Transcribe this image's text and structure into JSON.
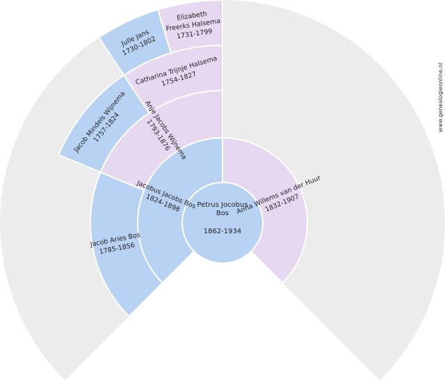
{
  "colors": {
    "male": "#b7d2f2",
    "female": "#e6d8f1",
    "empty": "#ececec",
    "text": "#222222",
    "watermark": "#333333",
    "stroke": "#ffffff"
  },
  "watermark": "www.genealogieonline.nl",
  "people": [
    {
      "id": "root",
      "gen": 0,
      "slot": 0,
      "sex": "male",
      "lines": [
        "Petrus Jocobus",
        "Bos",
        "1862-1934"
      ]
    },
    {
      "id": "father",
      "gen": 1,
      "slot": 0,
      "sex": "male",
      "lines": [
        "Jacobus Jacobs Bos",
        "1824-1898"
      ]
    },
    {
      "id": "mother",
      "gen": 1,
      "slot": 1,
      "sex": "female",
      "lines": [
        "Anna Willems van der Huur",
        "1832-1907"
      ]
    },
    {
      "id": "ff",
      "gen": 2,
      "slot": 0,
      "sex": "male",
      "lines": [
        "Jacob Aries Bos",
        "1785-1856"
      ]
    },
    {
      "id": "fm",
      "gen": 2,
      "slot": 1,
      "sex": "female",
      "lines": [
        "Anje Jacobs Wijnema",
        "1793-1876"
      ]
    },
    {
      "id": "fmf",
      "gen": 3,
      "slot": 2,
      "sex": "male",
      "lines": [
        "Jacob Mindels Wijnema",
        "1757-1824"
      ]
    },
    {
      "id": "fmm",
      "gen": 3,
      "slot": 3,
      "sex": "female",
      "lines": [
        "Catharina Trijnje Halsema",
        "1754-1827"
      ]
    },
    {
      "id": "fmmf",
      "gen": 4,
      "slot": 6,
      "sex": "male",
      "lines": [
        "Julle Jans",
        "1730-1802"
      ]
    },
    {
      "id": "fmmm",
      "gen": 4,
      "slot": 7,
      "sex": "female",
      "lines": [
        "Elizabeth",
        "Freerks Halsema",
        "1731-1799"
      ]
    }
  ]
}
